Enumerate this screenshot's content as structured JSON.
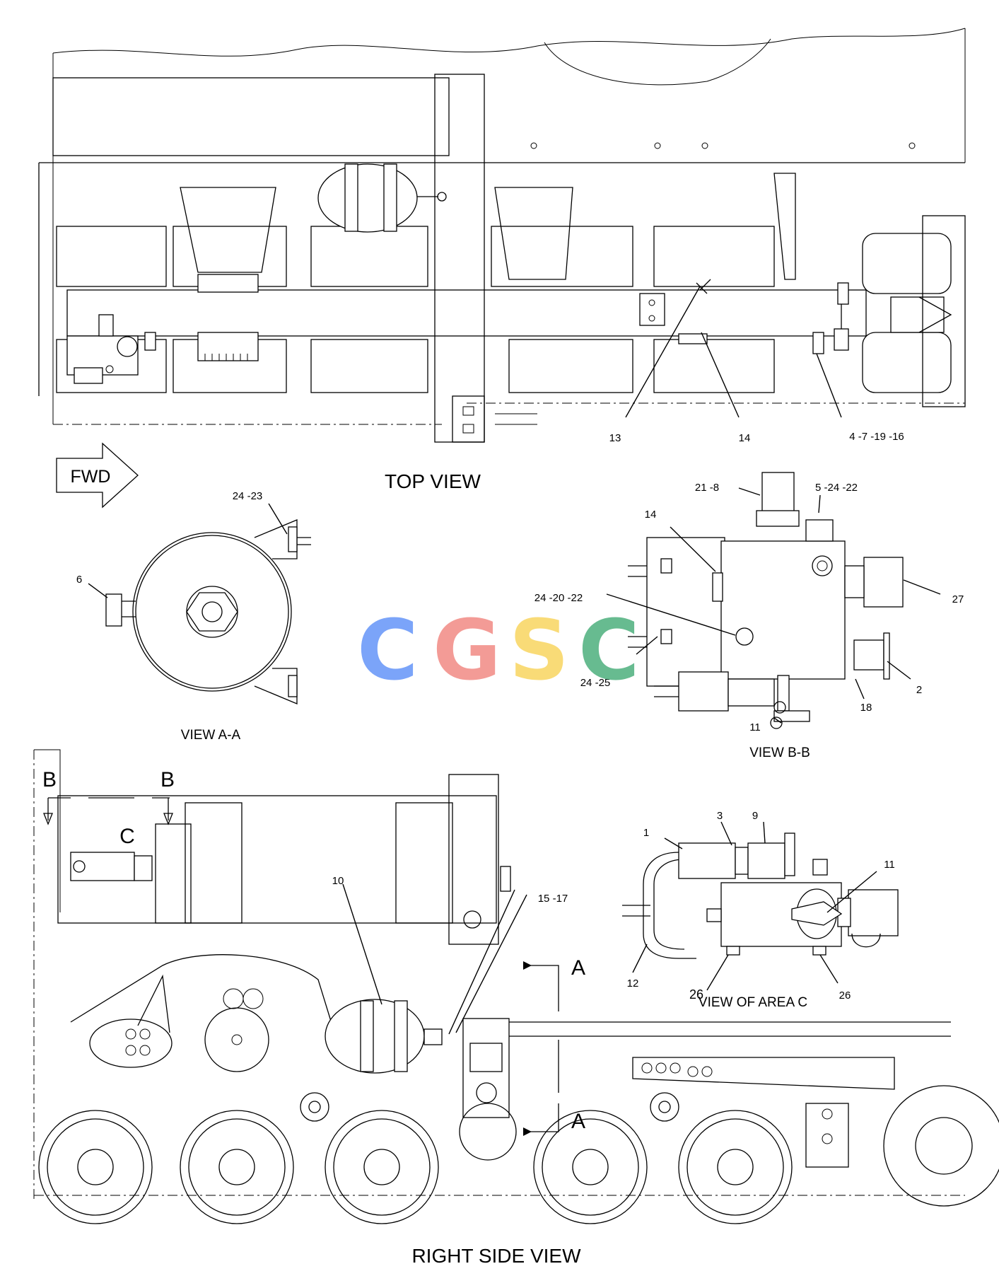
{
  "labels": {
    "top_view": "TOP VIEW",
    "right_side_view": "RIGHT SIDE VIEW",
    "view_aa": "VIEW  A-A",
    "view_bb": "VIEW  B-B",
    "view_area_c": "VIEW OF AREA C",
    "fwd": "FWD"
  },
  "section_marks": {
    "b_left": "B",
    "b_right": "B",
    "c": "C",
    "a_top": "A",
    "a_bottom": "A"
  },
  "callouts": {
    "top_13": "13",
    "top_14": "14",
    "top_4_7_19_16": "4 -7 -19 -16",
    "aa_24_23": "24 -23",
    "aa_6": "6",
    "bb_21_8": "21 -8",
    "bb_5_24_22": "5 -24 -22",
    "bb_14": "14",
    "bb_27": "27",
    "bb_24_20_22": "24 -20 -22",
    "bb_24_25": "24 -25",
    "bb_2": "2",
    "bb_18": "18",
    "bb_11": "11",
    "c_1": "1",
    "c_3": "3",
    "c_9": "9",
    "c_11": "11",
    "c_12": "12",
    "c_26_left": "26",
    "c_26_right": "26",
    "side_10": "10",
    "side_15_17": "15 -17"
  },
  "watermark": {
    "letters": [
      "C",
      "G",
      "S",
      "C"
    ],
    "colors": [
      "#4f86f7",
      "#f07a73",
      "#f8cf4a",
      "#35a56b"
    ]
  }
}
